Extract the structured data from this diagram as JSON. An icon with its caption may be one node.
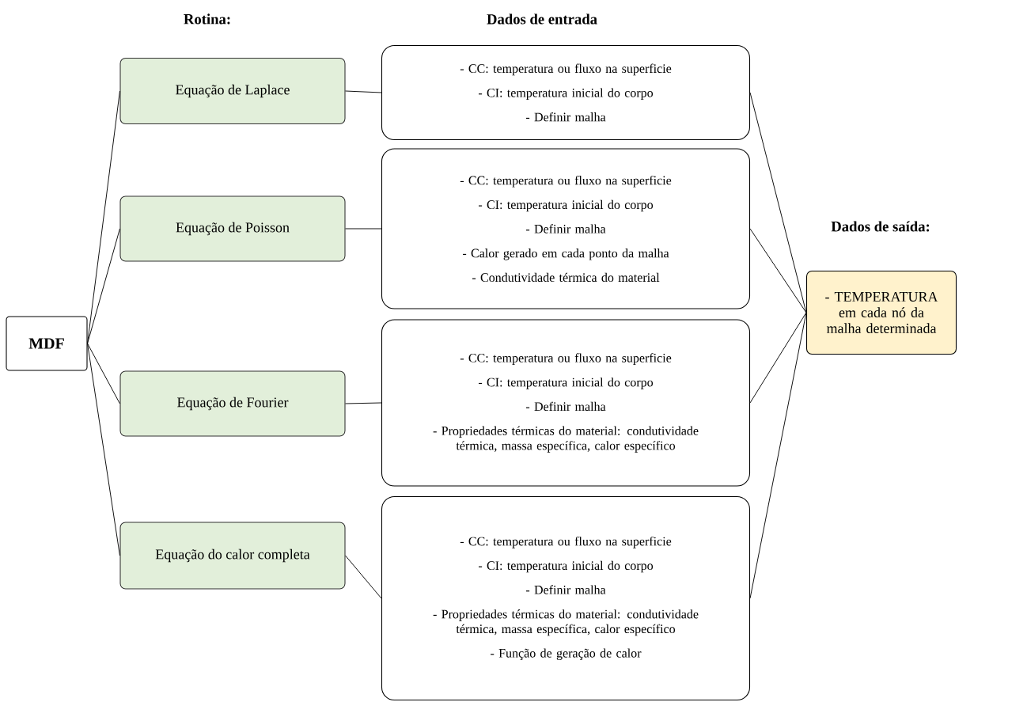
{
  "diagram": {
    "nodes": [
      {
        "text": [
          "MDF"
        ]
      },
      {
        "text": [
          "Equação de Laplace"
        ]
      },
      {
        "text": [
          "Equação de Poisson"
        ]
      },
      {
        "text": [
          "Equação de Fourier"
        ]
      },
      {
        "text": [
          "Equação do calor completa"
        ]
      },
      {
        "text": [
          "- CC: temperatura ou fluxo na superficie",
          "- CI: temperatura inicial do corpo",
          "- Definir malha"
        ]
      },
      {
        "text": [
          "- CC: temperatura ou fluxo na superficie",
          "- CI: temperatura inicial do corpo",
          "- Definir malha",
          "- Calor gerado em cada ponto da malha",
          "-  Condutividade térmica do material"
        ]
      },
      {
        "text": [
          "- CC: temperatura ou fluxo na superficie",
          "- CI: temperatura inicial do corpo",
          "- Definir malha",
          "- Propriedades térmicas do material: condutividade térmica, massa específica, calor específico"
        ]
      },
      {
        "text": [
          "- CC: temperatura ou fluxo na superficie",
          "- CI: temperatura inicial do corpo",
          "- Definir malha",
          "- Propriedades térmicas do material: condutividade térmica, massa específica, calor específico",
          "- Função de geração de calor"
        ]
      },
      {
        "text": [
          "- TEMPERATURA em cada nó da malha determinada"
        ]
      }
    ],
    "edges": [
      {
        "from": 0,
        "to": 1,
        "arrow": "none"
      },
      {
        "from": 0,
        "to": 2,
        "arrow": "none"
      },
      {
        "from": 0,
        "to": 3,
        "arrow": "none"
      },
      {
        "from": 0,
        "to": 4,
        "arrow": "none"
      },
      {
        "from": 1,
        "to": 5,
        "arrow": "none"
      },
      {
        "from": 2,
        "to": 6,
        "arrow": "none"
      },
      {
        "from": 3,
        "to": 7,
        "arrow": "none"
      },
      {
        "from": 4,
        "to": 8,
        "arrow": "none"
      },
      {
        "from": 5,
        "to": 9,
        "arrow": "none"
      },
      {
        "from": 6,
        "to": 9,
        "arrow": "none"
      },
      {
        "from": 7,
        "to": 9,
        "arrow": "none"
      },
      {
        "from": 8,
        "to": 9,
        "arrow": "none"
      }
    ],
    "labels": [
      "Rotina:",
      "Dados de entrada",
      "Dados de saída:"
    ]
  }
}
